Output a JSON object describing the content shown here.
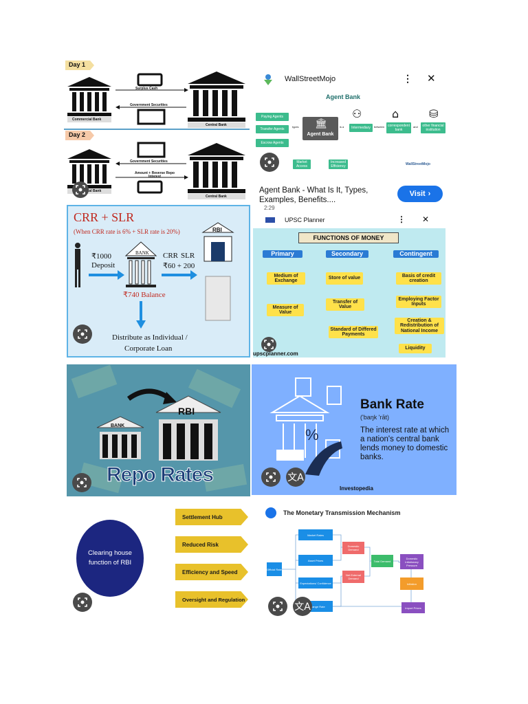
{
  "tile1": {
    "day1": "Day 1",
    "day2": "Day 2",
    "surplus": "Surplus Cash",
    "govsec1": "Government Securities",
    "govsec2": "Government Securities",
    "amount": "Amount + Reverse Repo Interest",
    "commercial1": "Commercial Bank",
    "central1": "Central Bank",
    "commercial2": "Commercial Bank",
    "central2": "Central Bank"
  },
  "tile2": {
    "source": "WallStreetMojo",
    "title": "Agent Bank",
    "center": "Agent Bank",
    "left": [
      "Paying Agents",
      "Transfer Agents",
      "Escrow Agents"
    ],
    "bottom": [
      "Market Access",
      "Increased Efficiency"
    ],
    "right": [
      "Intermediary",
      "correspondent bank",
      "other financial institution"
    ],
    "connectors": [
      "types",
      "is a",
      "between",
      "and"
    ],
    "watermark": "WallStreetMojo",
    "caption": "Agent Bank - What Is It, Types, Examples, Benefits....",
    "visit": "Visit"
  },
  "tile3": {
    "title": "CRR + SLR",
    "subtitle": "(When CRR rate is 6% + SLR rate is 20%)",
    "deposit1": "₹1000",
    "deposit2": "Deposit",
    "bank": "BANK",
    "crr": "CRR",
    "slr": "SLR",
    "amounts": "₹60 + 200",
    "rbi": "RBI",
    "balance": "₹740 Balance",
    "distribute1": "Distribute as Individual /",
    "distribute2": "Corporate Loan"
  },
  "tile4": {
    "status_time": "2:29",
    "app": "UPSC Planner",
    "title": "FUNCTIONS OF MONEY",
    "cols": [
      {
        "head": "Primary",
        "items": [
          "Medium of Exchange",
          "Measure of Value"
        ]
      },
      {
        "head": "Secondary",
        "items": [
          "Store of value",
          "Transfer of Value",
          "Standard of Differed Payments"
        ]
      },
      {
        "head": "Contingent",
        "items": [
          "Basis of credit creation",
          "Employing Factor Inputs",
          "Creation & Redistribution of National Income",
          "Liquidity"
        ]
      }
    ],
    "footer": "upscplanner.com"
  },
  "tile5": {
    "text": "Repo Rates",
    "bank": "BANK",
    "rbi": "RBI"
  },
  "tile6": {
    "title": "Bank Rate",
    "phonetic": "('baŋk 'rāt)",
    "definition": "The interest rate at which a nation's central bank lends money to domestic banks.",
    "source": "Investopedia",
    "percent": "%"
  },
  "tile7": {
    "circle": "Clearing house function of RBI",
    "items": [
      "Settlement Hub",
      "Reduced Risk",
      "Efficiency and Speed",
      "Oversight and Regulation"
    ]
  },
  "tile8": {
    "title": "The Monetary Transmission Mechanism",
    "boxes": [
      "Official Rate",
      "Market Rates",
      "Asset Prices",
      "Expectations/ Confidence",
      "Exchange Rate",
      "Domestic Demand",
      "Net External Demand",
      "Total Demand",
      "Domestic Inflationary Pressure",
      "Inflation",
      "Import Prices"
    ]
  },
  "icons": {
    "lens": "google-lens-icon",
    "translate": "translate-icon"
  },
  "colors": {
    "visit": "#1a73e8",
    "navy": "#1c2680",
    "bankrate_bg": "#7fb0ff",
    "yellow": "#e8c12b"
  }
}
